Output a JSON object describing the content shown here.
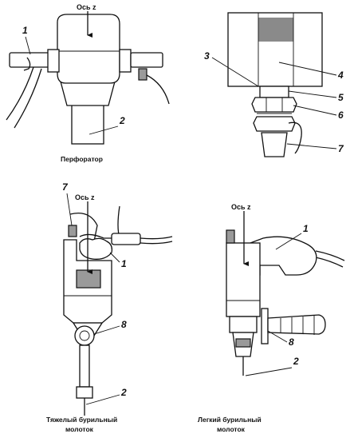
{
  "axis_label": "Ось z",
  "captions": {
    "perforator": "Перфоратор",
    "heavy_line1": "Тяжелый бурильный",
    "heavy_line2": "молоток",
    "light_line1": "Легкий бурильный",
    "light_line2": "молоток"
  },
  "callouts": {
    "perforator_1": "1",
    "perforator_2": "2",
    "mount_3": "3",
    "mount_4": "4",
    "mount_5": "5",
    "mount_6": "6",
    "mount_7": "7",
    "heavy_7": "7",
    "heavy_1": "1",
    "heavy_8": "8",
    "heavy_2": "2",
    "light_1": "1",
    "light_8": "8",
    "light_2": "2"
  }
}
